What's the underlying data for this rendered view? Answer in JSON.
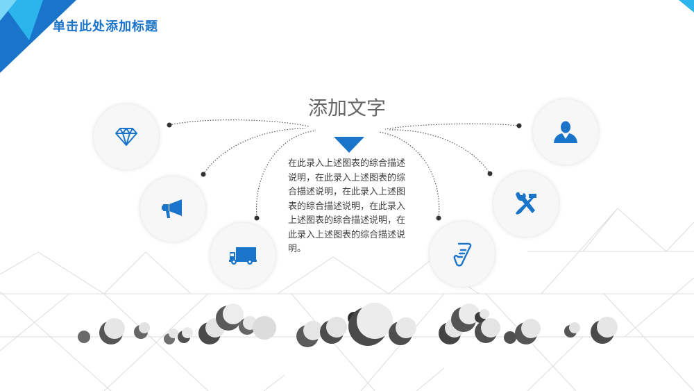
{
  "header": {
    "title": "单击此处添加标题"
  },
  "main": {
    "heading": "添加文字",
    "body": "在此录入上述图表的综合描述说明，在此录入上述图表的综合描述说明，在此录入上述图表的综合描述说明，在此录入上述图表的综合描述说明，在此录入上述图表的综合描述说明。"
  },
  "icons": [
    "diamond-icon",
    "megaphone-icon",
    "truck-icon",
    "user-icon",
    "tools-icon",
    "document-icon"
  ],
  "colors": {
    "accent": "#1a74c9",
    "accent_light": "#2bb5ec",
    "text": "#404040",
    "heading": "#666666"
  }
}
